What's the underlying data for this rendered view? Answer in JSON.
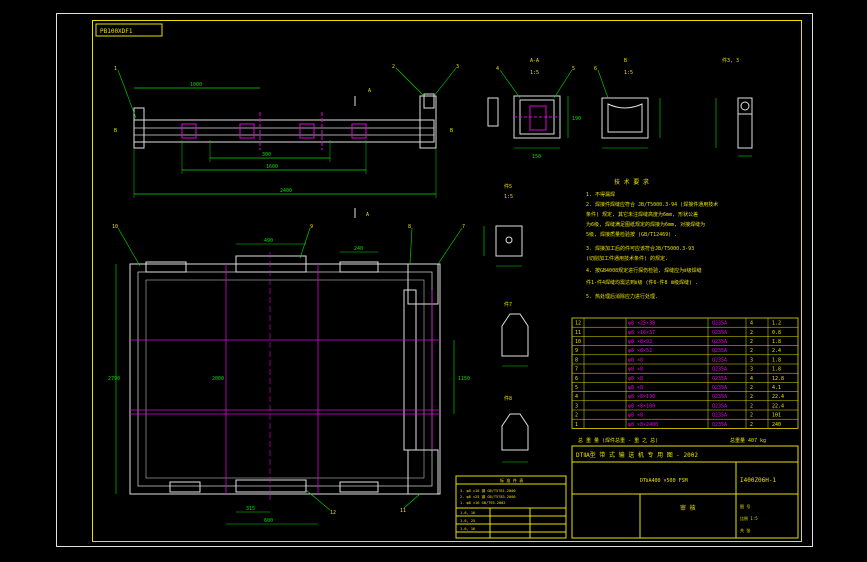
{
  "drawing": {
    "stamp": "PB100XDF1",
    "colors": {
      "frame": "#e8e000",
      "line": "#e0e0e0",
      "dim": "#00e000",
      "dash": "#e000e0",
      "text": "#e8e000",
      "cyan": "#00e0e0",
      "red": "#ff3030"
    },
    "views": {
      "section_a_title": "A-A",
      "section_a_scale": "1:5",
      "section_b_title": "B",
      "section_b_scale": "1:5",
      "part3_title": "件3, 3",
      "part5_title": "件5",
      "part5_scale": "1:5",
      "part7_title": "件7",
      "part8_title": "件8",
      "marker_a": "A",
      "marker_b": "B"
    },
    "dimensions": {
      "top_1": "1000",
      "top_2": "1600",
      "top_3": "2400",
      "top_4": "300",
      "left_h": "2790",
      "plan_w1": "490",
      "plan_w2": "240",
      "plan_b1": "315",
      "plan_b2": "600",
      "plan_side": "1150",
      "plan_mid": "2000",
      "sec_w": "150",
      "sec_h": "190"
    },
    "callouts": [
      "1",
      "2",
      "3",
      "4",
      "5",
      "6",
      "7",
      "8",
      "9",
      "10",
      "11",
      "12"
    ],
    "notes": {
      "title": "技 术 要 求",
      "lines": [
        "1. 不得漏焊",
        "2. 焊接件焊缝应符合 JB/T5000.3-94 (焊接件通用技术",
        "   条件) 规定, 其它未注焊缝高度为6mm, 形状公差",
        "   为6级, 焊缝满足图纸规定的焊接为6mm, 对接焊缝为",
        "   5级, 焊接质量检验按 (GB/T12469) .",
        "3. 焊接加工后的件可应该符合JB/T5000.3-93",
        "   (切削加工件通用技术条件) 的规定.",
        "4. 按GB4008规定进行探伤检验, 焊缝应为Ⅱ级焊缝",
        "   件1-件4焊缝均需达到Ⅱ级 (件6-件8 Ⅲ级焊缝) .",
        "5. 热处理后消除应力进行处理."
      ]
    },
    "bom": {
      "rows": [
        {
          "no": "12",
          "desc": "φ8 ×25×38",
          "mat": "Q235A",
          "qty": "4",
          "w": "1.2"
        },
        {
          "no": "11",
          "desc": "φ8 ×16×37",
          "mat": "Q235A",
          "qty": "2",
          "w": "0.8"
        },
        {
          "no": "10",
          "desc": "φ8 ×8×92",
          "mat": "Q235A",
          "qty": "2",
          "w": "1.8"
        },
        {
          "no": "9",
          "desc": "φ8 ×8×52",
          "mat": "Q235A",
          "qty": "2",
          "w": "2.4"
        },
        {
          "no": "8",
          "desc": "φ8 ×8",
          "mat": "Q235A",
          "qty": "3",
          "w": "1.8"
        },
        {
          "no": "7",
          "desc": "φ8 ×8",
          "mat": "Q235A",
          "qty": "3",
          "w": "1.8"
        },
        {
          "no": "6",
          "desc": "φ8 ×8",
          "mat": "Q235A",
          "qty": "4",
          "w": "12.8"
        },
        {
          "no": "5",
          "desc": "φ8 ×8",
          "mat": "Q235A",
          "qty": "2",
          "w": "4.1"
        },
        {
          "no": "4",
          "desc": "φ8 ×8×190",
          "mat": "Q235A",
          "qty": "2",
          "w": "22.4"
        },
        {
          "no": "3",
          "desc": "φ8 ×8×100",
          "mat": "Q235A",
          "qty": "2",
          "w": "22.4"
        },
        {
          "no": "2",
          "desc": "φ8 ×8",
          "mat": "Q235A",
          "qty": "2",
          "w": "101"
        },
        {
          "no": "1",
          "desc": "φ8 ×8×2400",
          "mat": "Q235A",
          "qty": "2",
          "w": "240"
        }
      ],
      "summary": "总 重 量  (焊件总重 - 重 之 总)",
      "total_weight": "总重量 407 kg"
    },
    "title_block": {
      "product": "DTⅡA型  带 式 输 送 机 专 用 图 - 2002",
      "drawing_no": "DTⅡA400 ×500 FSM",
      "code": "I400Z06H-1",
      "unit": "图 号",
      "scale_label": "比例 1:5",
      "sheet": "共  张",
      "approver": "审 核"
    },
    "rev_table": {
      "title": "标 准 件 表",
      "rows": [
        "3.  φ8 ×16 钢 GB/T5781-2000",
        "2.  φ8 ×25 钢 GB/T5783-2000",
        "1.  φ8 ×16 GB/T95-2002"
      ],
      "cols": [
        "1.6, 16",
        "1.6, 25",
        "1.6, 16"
      ]
    }
  }
}
